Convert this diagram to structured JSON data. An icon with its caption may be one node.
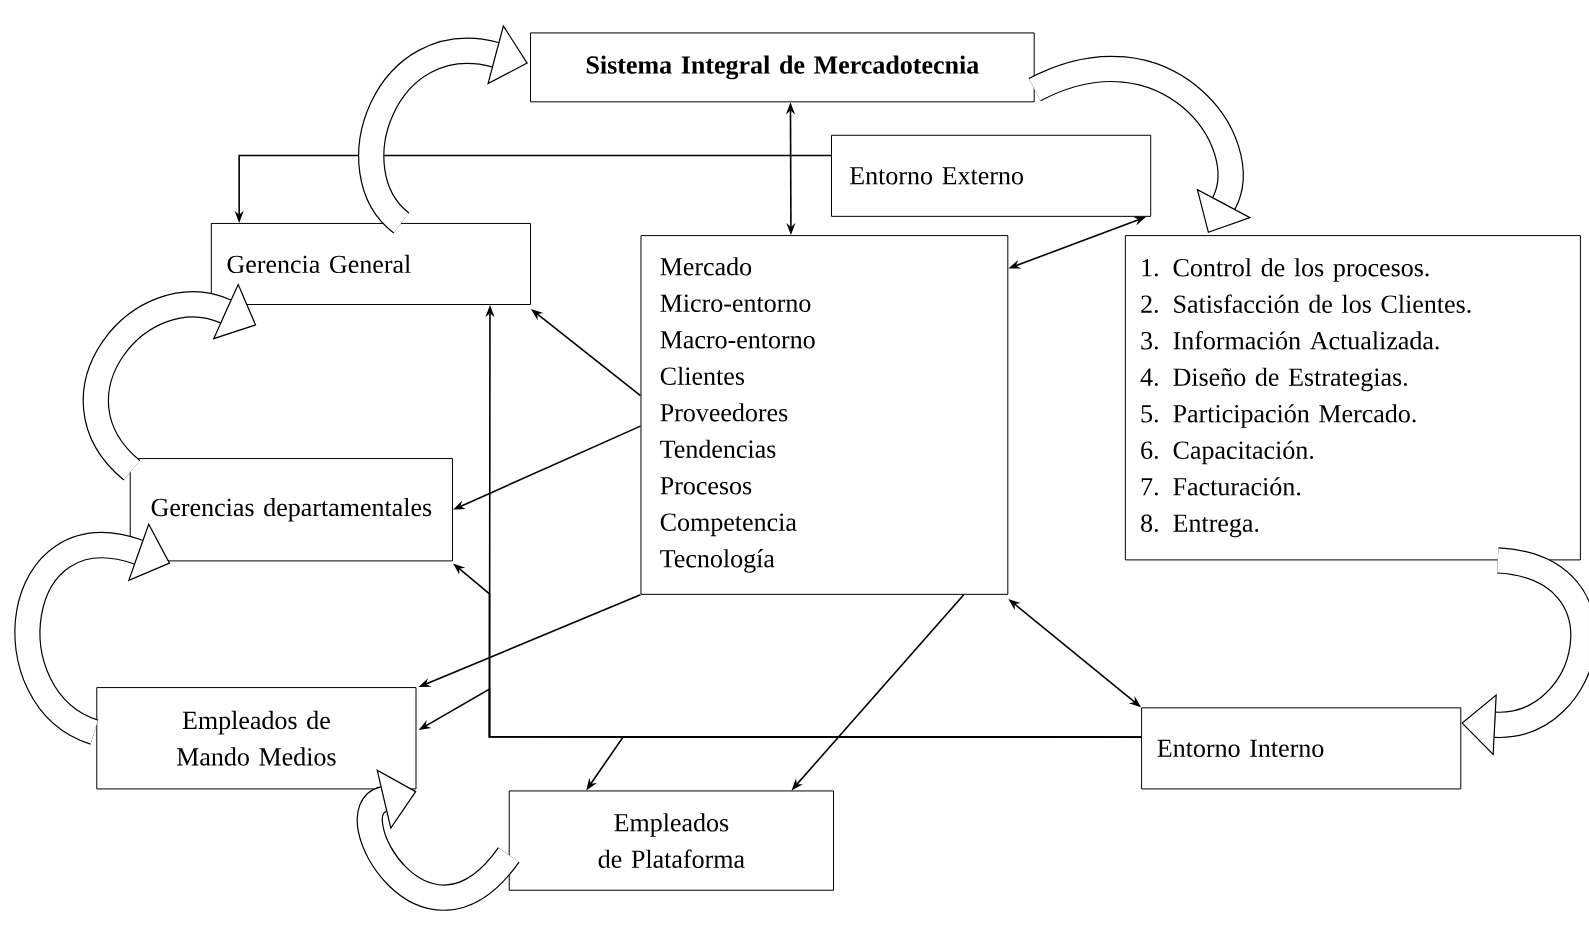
{
  "diagram": {
    "nodes": [
      {
        "text": [
          "Sistema Integral de Mercadotecnia"
        ]
      },
      {
        "text": [
          "Entorno Externo"
        ]
      },
      {
        "text": [
          "Gerencia General"
        ]
      },
      {
        "text": [
          "Mercado",
          "Micro-entorno",
          "Macro-entorno",
          "Clientes",
          "Proveedores",
          "Tendencias",
          "Procesos",
          "Competencia",
          "Tecnología"
        ]
      },
      {
        "text": [
          "1. Control de los procesos.",
          "2. Satisfacción de los Clientes.",
          "3. Información Actualizada.",
          "4. Diseño de Estrategias.",
          "5. Participación Mercado.",
          "6. Capacitación.",
          "7. Facturación.",
          "8. Entrega."
        ]
      },
      {
        "text": [
          "Gerencias departamentales"
        ]
      },
      {
        "text": [
          "Empleados de Mando Medios"
        ]
      },
      {
        "text": [
          "Entorno Interno"
        ]
      },
      {
        "text": [
          "Empleados de Plataforma"
        ]
      }
    ],
    "edges": [
      {
        "from": 0,
        "to": 3,
        "arrow": "both"
      },
      {
        "from": 1,
        "to": 2,
        "arrow": "to"
      },
      {
        "from": 1,
        "to": 3,
        "arrow": "both"
      },
      {
        "from": 3,
        "to": 2,
        "arrow": "to"
      },
      {
        "from": 3,
        "to": 5,
        "arrow": "to"
      },
      {
        "from": 3,
        "to": 6,
        "arrow": "to"
      },
      {
        "from": 3,
        "to": 8,
        "arrow": "to"
      },
      {
        "from": 3,
        "to": 7,
        "arrow": "both"
      },
      {
        "from": 7,
        "to": 2,
        "arrow": "to"
      },
      {
        "from": 7,
        "to": 5,
        "arrow": "to"
      },
      {
        "from": 7,
        "to": 6,
        "arrow": "to"
      },
      {
        "from": 7,
        "to": 8,
        "arrow": "to"
      },
      {
        "from": 2,
        "to": 0,
        "arrow": "to",
        "style": "thick"
      },
      {
        "from": 0,
        "to": 4,
        "arrow": "to",
        "style": "thick"
      },
      {
        "from": 4,
        "to": 7,
        "arrow": "to",
        "style": "thick"
      },
      {
        "from": 5,
        "to": 2,
        "arrow": "to",
        "style": "thick"
      },
      {
        "from": 6,
        "to": 5,
        "arrow": "to",
        "style": "thick"
      },
      {
        "from": 8,
        "to": 6,
        "arrow": "to",
        "style": "thick"
      }
    ]
  }
}
